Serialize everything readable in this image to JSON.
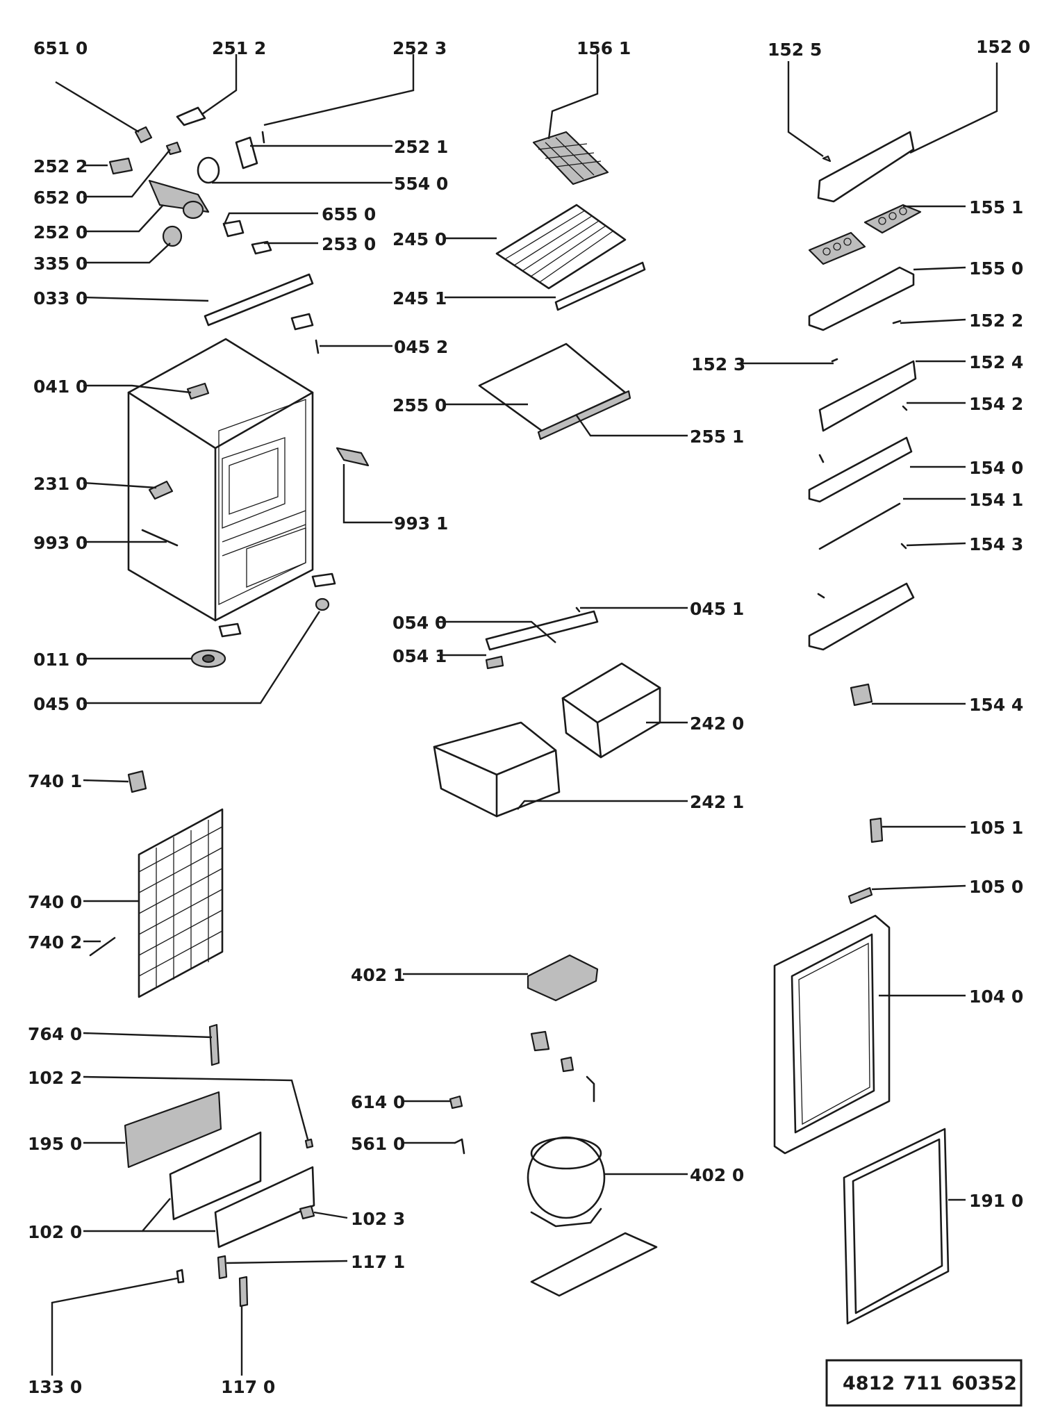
{
  "part_labels": {
    "p6510": "651 0",
    "p2512": "251 2",
    "p2523": "252 3",
    "p1561": "156 1",
    "p1525": "152 5",
    "p1520": "152 0",
    "p2522": "252 2",
    "p2521": "252 1",
    "p6520": "652 0",
    "p5540": "554 0",
    "p2520": "252 0",
    "p6550": "655 0",
    "p3350": "335 0",
    "p2530": "253 0",
    "p2450": "245 0",
    "p1551": "155 1",
    "p0330": "033 0",
    "p2451": "245 1",
    "p1550": "155 0",
    "p1522": "152 2",
    "p0452": "045 2",
    "p1523": "152 3",
    "p1524": "152 4",
    "p0410": "041 0",
    "p2550": "255 0",
    "p1542": "154 2",
    "p2551": "255 1",
    "p2310": "231 0",
    "p1540": "154 0",
    "p1541": "154 1",
    "p9930": "993 0",
    "p9931": "993 1",
    "p1543": "154 3",
    "p0451": "045 1",
    "p0540": "054 0",
    "p0541": "054 1",
    "p0110": "011 0",
    "p0450": "045 0",
    "p2420": "242 0",
    "p1544": "154 4",
    "p7401": "740 1",
    "p2421": "242 1",
    "p1051": "105 1",
    "p1050": "105 0",
    "p7400": "740 0",
    "p7402": "740 2",
    "p4021": "402 1",
    "p1040": "104 0",
    "p7640": "764 0",
    "p1022": "102 2",
    "p6140": "614 0",
    "p1950": "195 0",
    "p5610": "561 0",
    "p4020": "402 0",
    "p1910": "191 0",
    "p1023": "102 3",
    "p1020": "102 0",
    "p1171": "117 1",
    "p1330": "133 0",
    "p1170": "117  0"
  },
  "doc_code": [
    "4812",
    "711",
    "60352"
  ]
}
